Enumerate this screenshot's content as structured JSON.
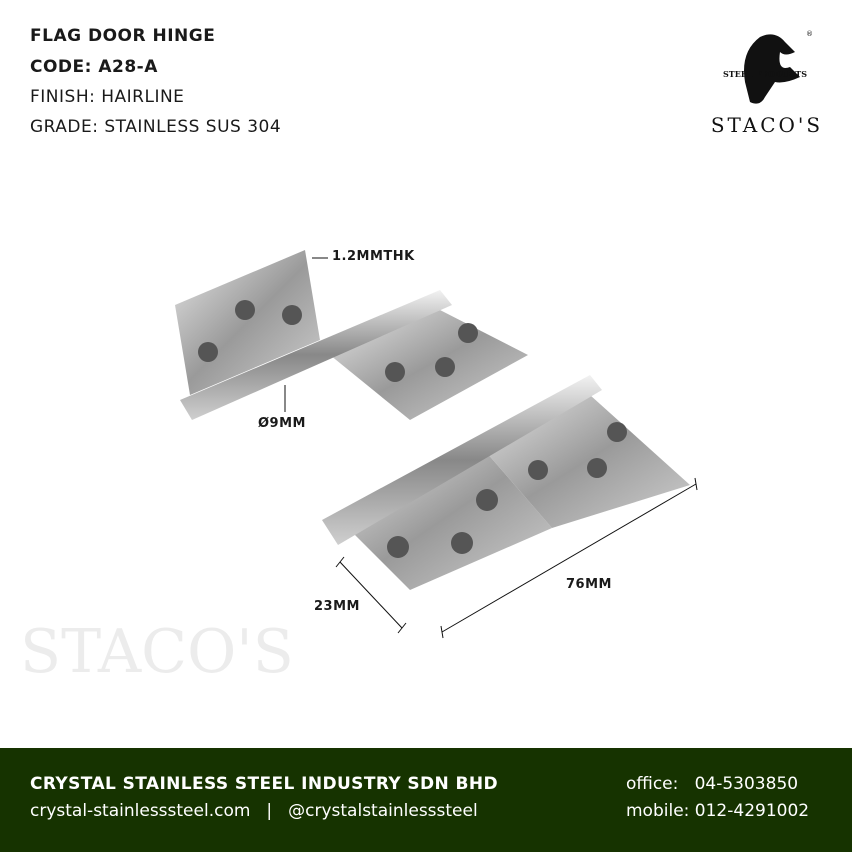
{
  "spec": {
    "title": "FLAG DOOR HINGE",
    "code": "CODE: A28-A",
    "finish": "FINISH: HAIRLINE",
    "grade": "GRADE: STAINLESS SUS 304"
  },
  "logo": {
    "tagline": "STEEL PRODUCTS",
    "brand": "STACO'S",
    "mark": "®"
  },
  "dimensions": {
    "thickness": "1.2MMTHK",
    "diameter": "Ø9MM",
    "width": "23MM",
    "length": "76MM"
  },
  "footer": {
    "company": "CRYSTAL STAINLESS STEEL INDUSTRY SDN BHD",
    "website": "crystal-stainlesssteel.com",
    "separator": "|",
    "social": "@crystalstainlesssteel",
    "office_label": "office:",
    "office": "04-5303850",
    "mobile_label": "mobile:",
    "mobile": "012-4291002",
    "bg_color": "#163300"
  }
}
